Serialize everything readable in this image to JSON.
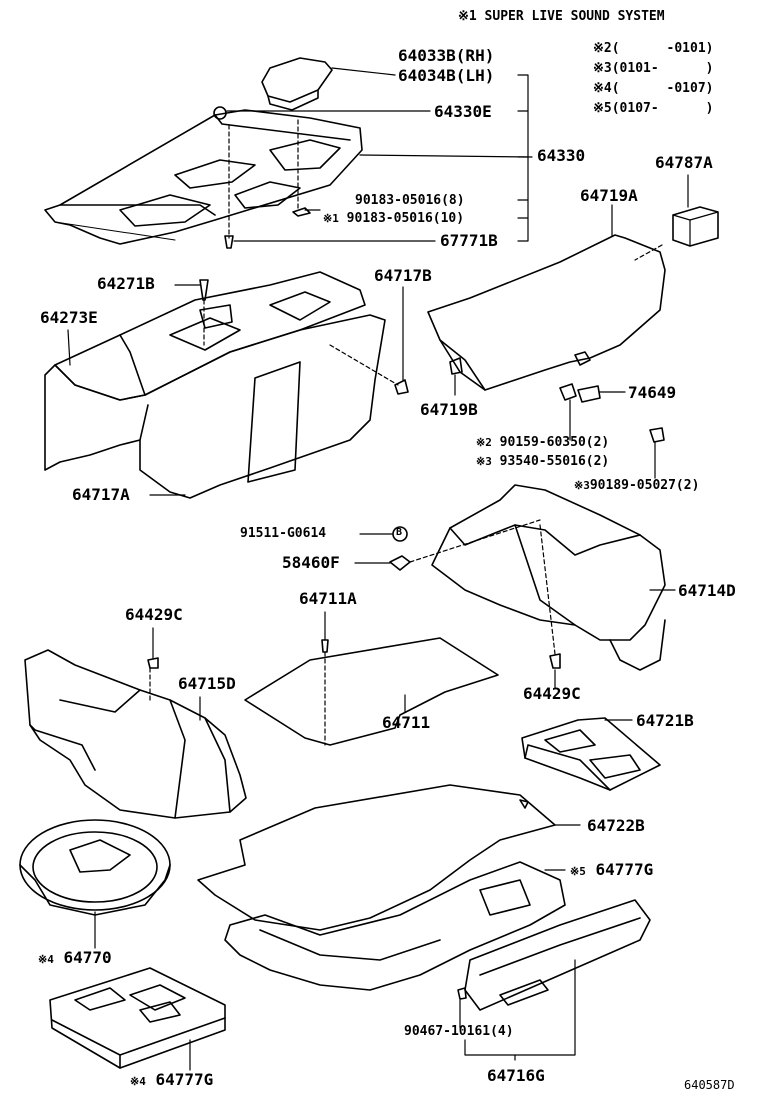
{
  "header": {
    "note1": "※1 SUPER LIVE SOUND SYSTEM"
  },
  "legend": [
    {
      "mark": "※2",
      "range": "(      -0101)"
    },
    {
      "mark": "※3",
      "range": "(0101-      )"
    },
    {
      "mark": "※4",
      "range": "(      -0107)"
    },
    {
      "mark": "※5",
      "range": "(0107-      )"
    }
  ],
  "parts": {
    "p64033b": "64033B(RH)",
    "p64034b": "64034B(LH)",
    "p64330e": "64330E",
    "p64330": "64330",
    "p90183a": "90183-05016(8)",
    "p90183b_mark": "※1",
    "p90183b": "90183-05016(10)",
    "p67771b": "67771B",
    "p64787a": "64787A",
    "p64719a": "64719A",
    "p64271b": "64271B",
    "p64717b": "64717B",
    "p64273e": "64273E",
    "p74649": "74649",
    "p64719b": "64719B",
    "p90159_mark": "※2",
    "p90159": "90159-60350(2)",
    "p93540_mark": "※3",
    "p93540": "93540-55016(2)",
    "p90189_mark": "※3",
    "p90189": "90189-05027(2)",
    "p64717a": "64717A",
    "p91511": "91511-G0614",
    "p58460f": "58460F",
    "p64714d": "64714D",
    "p64429c_left": "64429C",
    "p64711a": "64711A",
    "p64715d": "64715D",
    "p64429c_right": "64429C",
    "p64711": "64711",
    "p64721b": "64721B",
    "p64722b": "64722B",
    "p64777g_top_mark": "※5",
    "p64777g_top": "64777G",
    "p64770_mark": "※4",
    "p64770": "64770",
    "p90467": "90467-10161(4)",
    "p64716g": "64716G",
    "p64777g_bottom_mark": "※4",
    "p64777g_bottom": "64777G",
    "bolt_b": "B"
  },
  "footer": {
    "code": "640587D"
  }
}
